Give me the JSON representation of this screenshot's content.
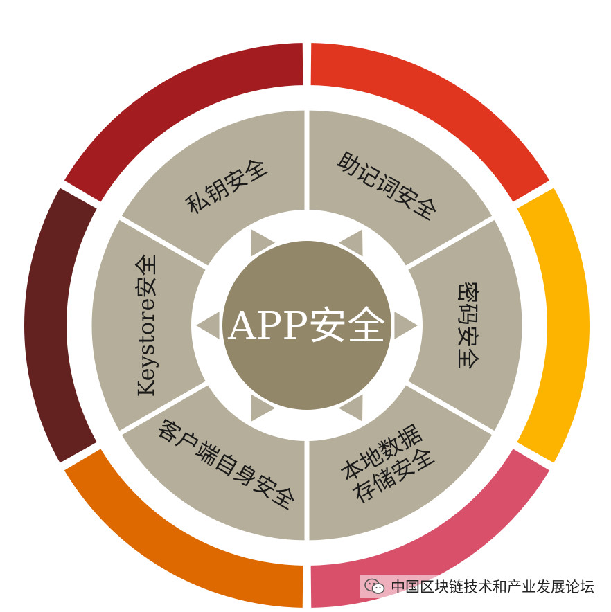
{
  "center": {
    "label": "APP安全",
    "color": "#93876a"
  },
  "outer_ring": {
    "colors": [
      "#e0351f",
      "#fdb400",
      "#d9506b",
      "#de6900",
      "#63221f",
      "#a31d20"
    ]
  },
  "segments": [
    {
      "lines": [
        "助记词安全"
      ],
      "color": "#b5ae9a"
    },
    {
      "lines": [
        "密码安全"
      ],
      "color": "#b5ae9a"
    },
    {
      "lines": [
        "本地数据",
        "存储安全"
      ],
      "color": "#b5ae9a"
    },
    {
      "lines": [
        "客户端自身安全"
      ],
      "color": "#b5ae9a"
    },
    {
      "lines": [
        "Keystore安全"
      ],
      "color": "#b5ae9a"
    },
    {
      "lines": [
        "私钥安全"
      ],
      "color": "#b5ae9a"
    }
  ],
  "arrow_color": "#b5ae9a",
  "watermark": {
    "text": "中国区块链技术和产业发展论坛",
    "icon": "wechat-icon"
  }
}
